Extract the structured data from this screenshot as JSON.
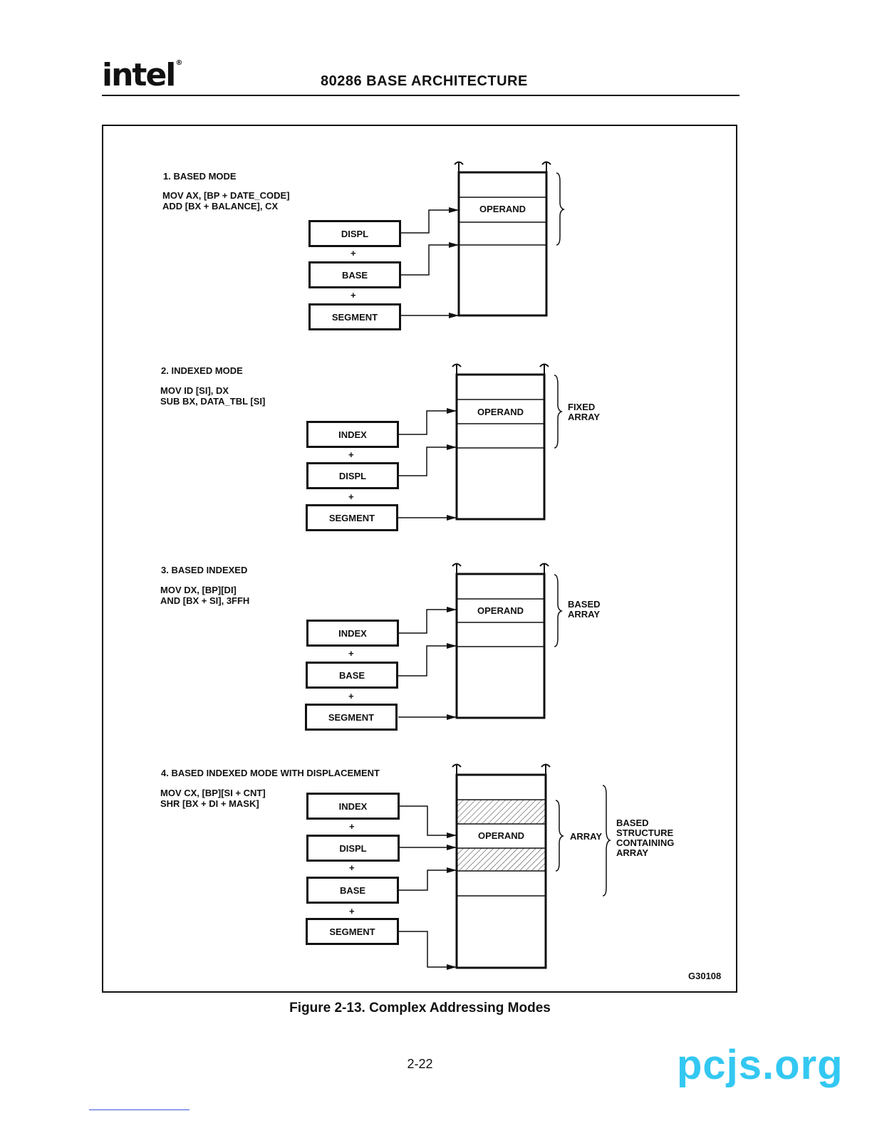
{
  "header": {
    "logo": "intel",
    "title": "80286 BASE ARCHITECTURE"
  },
  "modes": [
    {
      "title": "1. BASED MODE",
      "code": "MOV AX, [BP + DATE_CODE]\nADD [BX + BALANCE], CX",
      "boxes": [
        "DISPL",
        "BASE",
        "SEGMENT"
      ],
      "operand": "OPERAND",
      "brace_label": ""
    },
    {
      "title": "2. INDEXED MODE",
      "code": "MOV ID [SI], DX\nSUB BX, DATA_TBL [SI]",
      "boxes": [
        "INDEX",
        "DISPL",
        "SEGMENT"
      ],
      "operand": "OPERAND",
      "brace_label": "FIXED\nARRAY"
    },
    {
      "title": "3. BASED INDEXED",
      "code": "MOV DX, [BP][DI]\nAND [BX + SI], 3FFH",
      "boxes": [
        "INDEX",
        "BASE",
        "SEGMENT"
      ],
      "operand": "OPERAND",
      "brace_label": "BASED\nARRAY"
    },
    {
      "title": "4. BASED INDEXED MODE WITH DISPLACEMENT",
      "code": "MOV CX, [BP][SI + CNT]\nSHR [BX + DI + MASK]",
      "boxes": [
        "INDEX",
        "DISPL",
        "BASE",
        "SEGMENT"
      ],
      "operand": "OPERAND",
      "brace_label": "ARRAY",
      "outer_brace_label": "BASED\nSTRUCTURE\nCONTAINING\nARRAY"
    }
  ],
  "plus": "+",
  "figure_id": "G30108",
  "caption": "Figure 2-13.  Complex Addressing Modes",
  "page_number": "2-22",
  "watermark": "pcjs.org"
}
